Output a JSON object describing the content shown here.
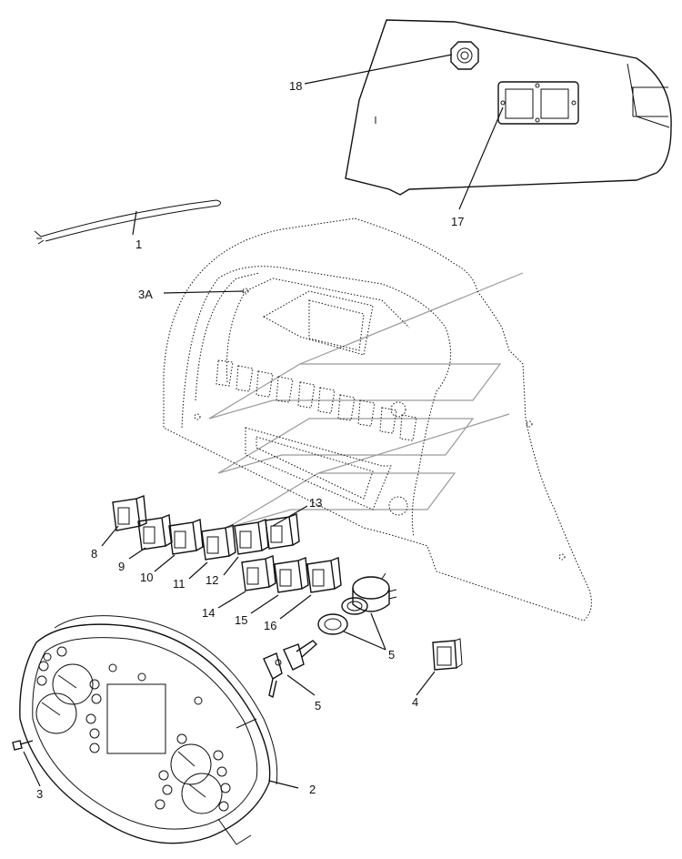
{
  "labels": {
    "p1": "1",
    "p2": "2",
    "p3": "3",
    "p3a": "3A",
    "p4": "4",
    "p5a": "5",
    "p5b": "5",
    "p8": "8",
    "p9": "9",
    "p10": "10",
    "p11": "11",
    "p12": "12",
    "p13": "13",
    "p14": "14",
    "p15": "15",
    "p16": "16",
    "p17": "17",
    "p18": "18"
  }
}
